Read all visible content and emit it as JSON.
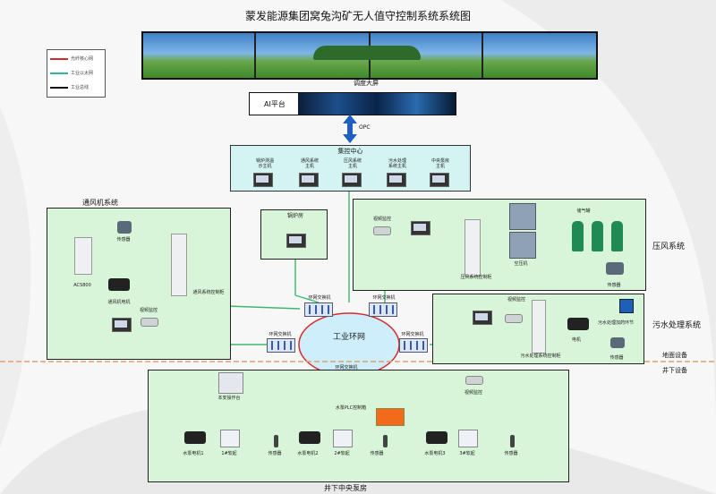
{
  "title": "蒙发能源集团窝兔沟矿无人值守控制系统系统图",
  "legend": {
    "items": [
      {
        "label": "光纤核心网",
        "color": "#d62b2b"
      },
      {
        "label": "工业以太网",
        "color": "#2fb89a"
      },
      {
        "label": "工业总线",
        "color": "#111111"
      }
    ]
  },
  "screen": {
    "label": "调度大屏"
  },
  "ai": {
    "label": "AI平台"
  },
  "opc": {
    "label": "OPC"
  },
  "control_center": {
    "title": "集控中心",
    "hosts": [
      "锅炉测温\n示主机",
      "通风系统\n主机",
      "压风系统\n主机",
      "污水处理\n系统主机",
      "中央泵房\n主机"
    ]
  },
  "ventilation": {
    "title": "通风机系统",
    "sensor": "传感器",
    "drive": "ACS800",
    "fan_motor": "通风机电机",
    "cabinet": "通风系统控制柜",
    "camera": "视频监控"
  },
  "boiler": {
    "title": "锅炉房"
  },
  "compressor": {
    "title": "压风系统",
    "camera": "视频监控",
    "compressor_unit": "空压机",
    "tank": "储气罐",
    "cabinet": "压风系统控制柜",
    "sensor": "传感器"
  },
  "sewage": {
    "title": "污水处理系统",
    "camera": "视频监控",
    "process": "污水处理加药环节",
    "motor": "电机",
    "cabinet": "污水处理系统控制柜",
    "sensor": "传感器"
  },
  "ring": {
    "title": "工业环网",
    "switch": "环网交换机"
  },
  "ground_line": {
    "above": "地面设备",
    "below": "井下设备"
  },
  "pump": {
    "title": "井下中央泵房",
    "console": "本安操作台",
    "camera": "视频监控",
    "plc": "水泵PLC控制箱",
    "pumps": [
      {
        "motor": "水泵电机1",
        "starter": "1#软起"
      },
      {
        "motor": "水泵电机2",
        "starter": "2#软起"
      },
      {
        "motor": "水泵电机3",
        "starter": "3#软起"
      }
    ],
    "sensor": "传感器"
  }
}
